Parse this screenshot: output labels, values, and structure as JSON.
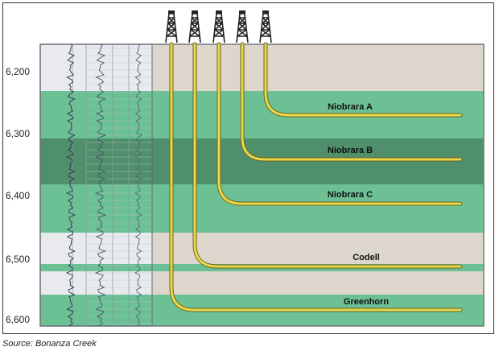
{
  "depth_axis": [
    "6,200",
    "6,300",
    "6,400",
    "6,500",
    "6,600"
  ],
  "formations": [
    "Niobrara A",
    "Niobrara B",
    "Niobrara C",
    "Codell",
    "Greenhorn"
  ],
  "source": "Source: Bonanza Creek",
  "colors": {
    "tan": "#ddd6cc",
    "green": "#6cc094",
    "dark_green": "#4f8f6c",
    "well": "#e8d84a",
    "log_bg": "#e8eaee"
  }
}
